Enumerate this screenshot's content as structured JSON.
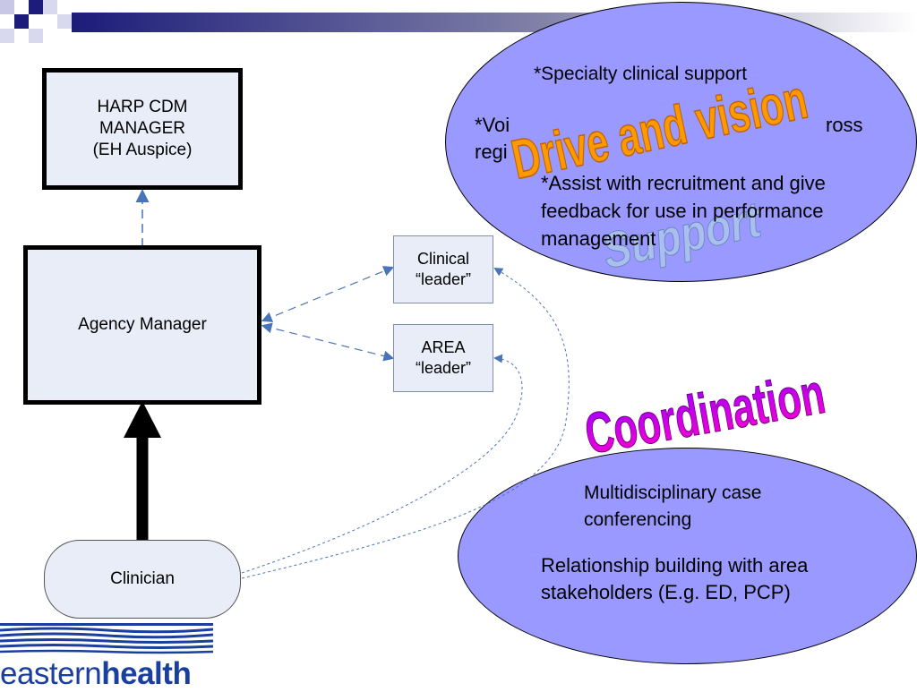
{
  "nodes": {
    "harp": [
      "HARP CDM",
      "MANAGER",
      "(EH Auspice)"
    ],
    "agency_manager": "Agency Manager",
    "clinical_leader": [
      "Clinical",
      "“leader”"
    ],
    "area_leader": [
      "AREA",
      "“leader”"
    ],
    "clinician": "Clinician"
  },
  "top_ellipse": {
    "line1": "*Specialty clinical support",
    "line2a": "*Voi",
    "line2b": "ross",
    "line3": "regi",
    "line4": "*Assist with recruitment and give",
    "line5": "feedback for use in performance",
    "line6": "management"
  },
  "bottom_ellipse": {
    "line1": "Multidisciplinary case",
    "line2": "conferencing",
    "line3": "Relationship building with area",
    "line4": "stakeholders (E.g. ED, PCP)"
  },
  "wordart": {
    "drive": "Drive and vision",
    "support": "Support",
    "coordination": "Coordination"
  },
  "logo": {
    "part1": "eastern",
    "part2": "health"
  },
  "colors": {
    "ellipse_fill": "#9999ff",
    "box_fill": "#e8edf7",
    "arrow_blue": "#4a74b8",
    "drive_orange": "#ff9900",
    "support_blue": "#99b3e6",
    "coordination_purple": "#cc00cc"
  }
}
